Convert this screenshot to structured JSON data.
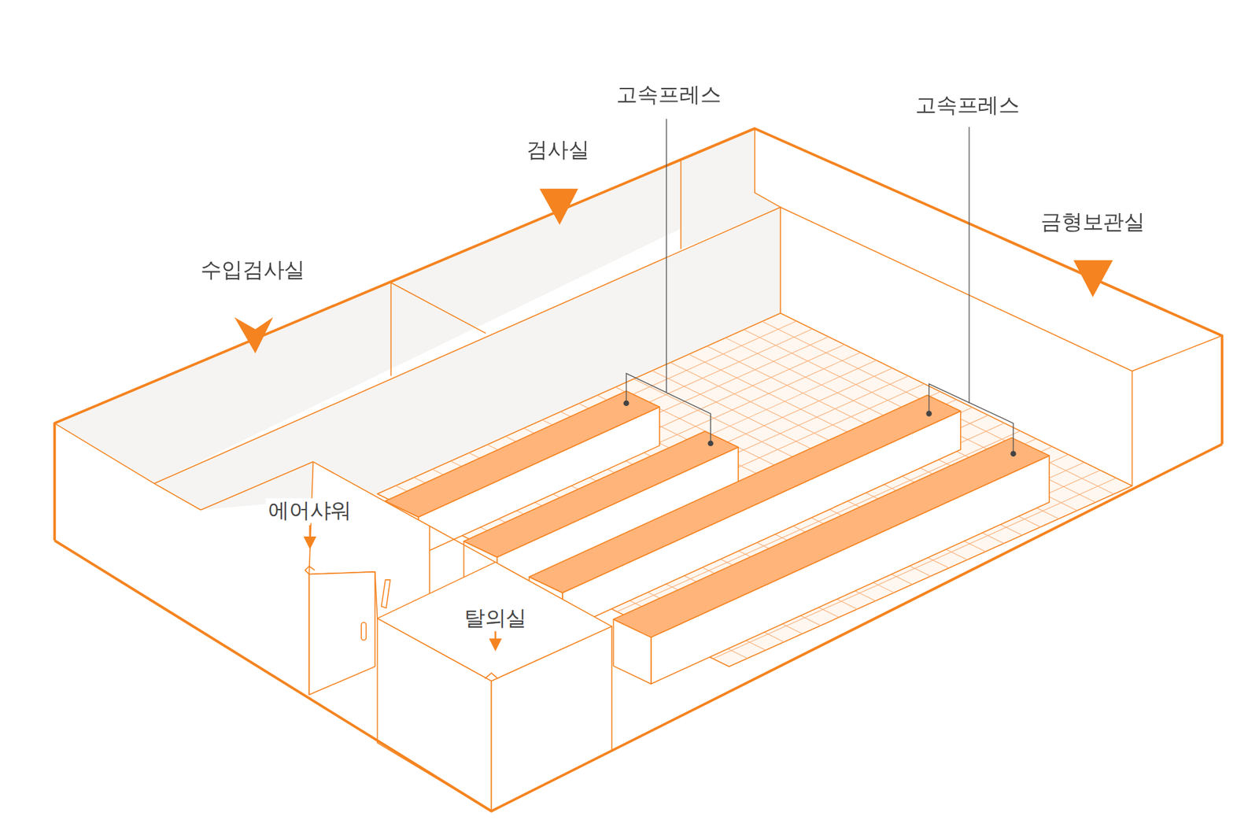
{
  "diagram": {
    "labels": [
      "고속프레스",
      "고속프레스",
      "검사실",
      "금형보관실",
      "수입검사실",
      "에어샤워",
      "탈의실"
    ]
  }
}
